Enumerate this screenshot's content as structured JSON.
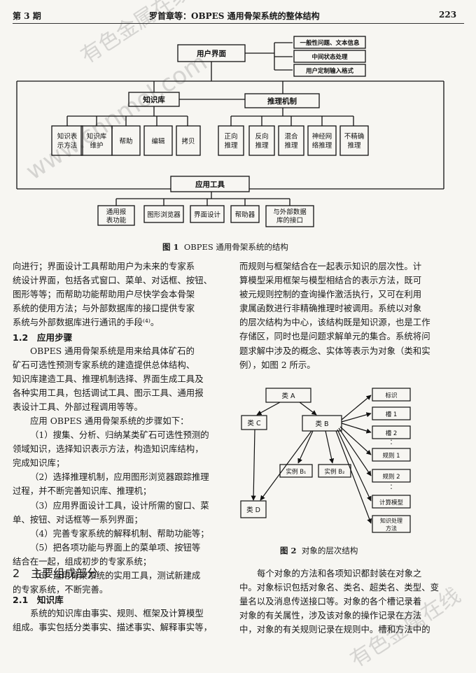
{
  "header": {
    "issue": "第 3 期",
    "title": "罗首章等：OBPES 通用骨架系统的整体结构",
    "page": "223"
  },
  "fig1": {
    "ui": "用户界面",
    "opt1": "一般性问题、文本信息",
    "opt2": "中间状态处理",
    "opt3": "用户定制输入格式",
    "kb": "知识库",
    "inf": "推理机制",
    "kb_children": [
      [
        "知识表",
        "示方法"
      ],
      [
        "知识库",
        "维护"
      ],
      [
        "帮助"
      ],
      [
        "编辑"
      ],
      [
        "拷贝"
      ]
    ],
    "inf_children": [
      [
        "正向",
        "推理"
      ],
      [
        "反向",
        "推理"
      ],
      [
        "混合",
        "推理"
      ],
      [
        "神经网",
        "络推理"
      ],
      [
        "不精确",
        "推理"
      ]
    ],
    "tools": "应用工具",
    "tool_children": [
      [
        "通用报",
        "表功能"
      ],
      [
        "图形浏览器"
      ],
      [
        "界面设计"
      ],
      [
        "帮助器"
      ],
      [
        "与外部数据",
        "库的接口"
      ]
    ],
    "caption_no": "图 1",
    "caption": "OBPES 通用骨架系统的结构"
  },
  "left_col": {
    "p0": [
      "向进行；界面设计工具帮助用户为未来的专家系",
      "统设计界面，包括各式窗口、菜单、对话框、按钮、",
      "图形等等；而帮助功能帮助用户尽快学会本骨架",
      "系统的使用方法；与外部数据库的接口提供专家",
      "系统与外部数据库进行通讯的手段⁽⁴⁾。"
    ],
    "sec12": "1.2　应用步骤",
    "p1": [
      "OBPES 通用骨架系统是用来给具体矿石的",
      "矿石可选性预测专家系统的建造提供总体结构、",
      "知识库建造工具、推理机制选择、界面生成工具及",
      "各种实用工具，包括调试工具、图示工具、通用报",
      "表设计工具、外部过程调用等等。"
    ],
    "p2": [
      "应用 OBPES 通用骨架系统的步骤如下：",
      "（1）搜集、分析、归纳某类矿石可选性预测的",
      "领域知识，选择知识表示方法，构造知识库结构，",
      "完成知识库；",
      "（2）选择推理机制，应用图形浏览器跟踪推理",
      "过程，并不断完善知识库、推理机；",
      "（3）应用界面设计工具，设计所需的窗口、菜",
      "单、按钮、对话框等一系列界面；",
      "（4）完善专家系统的解释机制、帮助功能等；",
      "（5）把各项功能与界面上的菜单项、按钮等",
      "结合在一起，组成初步的专家系统；",
      "（6）运用骨架系统的实用工具，测试新建成",
      "的专家系统，不断完善。"
    ],
    "sec2": "2　主要组成部分",
    "sec21": "2.1　知识库",
    "p3": [
      "系统的知识库由事实、规则、框架及计算模型",
      "组成。事实包括分类事实、描述事实、解释事实等，"
    ]
  },
  "right_col": {
    "p0": [
      "而规则与框架结合在一起表示知识的层次性。计",
      "算模型采用框架与模型相结合的表示方法，既可",
      "被元规则控制的查询操作激活执行，又可在利用",
      "隶属函数进行非精确推理时被调用。系统以对象",
      "的层次结构为中心，该结构既是知识源，也是工作",
      "存储区，同时也是问题求解单元的集合。系统将问",
      "题求解中涉及的概念、实体等表示为对象（类和实",
      "例），如图 2 所示。"
    ],
    "p1": [
      "每个对象的方法和各项知识都封装在对象之",
      "中。对象标识包括对象名、类名、超类名、类型、变",
      "量名以及消息传送接口等。对象的各个槽记录着",
      "对象的有关属性，涉及该对象的操作记录在方法",
      "中，对象的有关规则记录在规则中。槽和方法中的"
    ]
  },
  "fig2": {
    "classA": "类 A",
    "classB": "类 B",
    "classC": "类 C",
    "classD": "类 D",
    "inst1": "实例 B₁",
    "inst2": "实例 B₂",
    "side": [
      "标识",
      "槽 1",
      "槽 2",
      "规则 1",
      "规则 2",
      "计算模型"
    ],
    "side_last": [
      "知识处理",
      "方法"
    ],
    "caption_no": "图 2",
    "caption": "对象的层次结构"
  },
  "watermarks": [
    "有色金属在线",
    "www.cnnmol.com",
    "有色金属在线"
  ]
}
